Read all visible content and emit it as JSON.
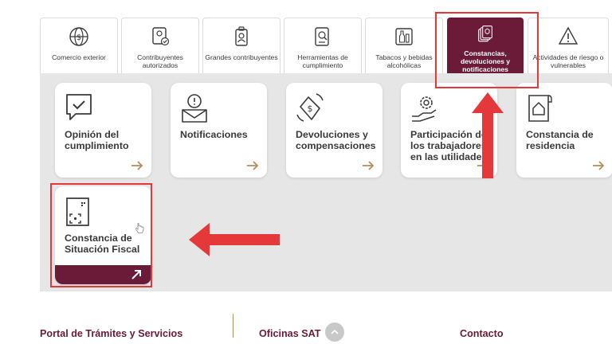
{
  "tabs": [
    {
      "label": "Comercio exterior",
      "icon": "globe-currency-icon"
    },
    {
      "label": "Contribuyentes autorizados",
      "icon": "certified-contributor-icon"
    },
    {
      "label": "Grandes contribuyentes",
      "icon": "id-badge-icon"
    },
    {
      "label": "Herramientas de cumplimiento",
      "icon": "document-search-icon"
    },
    {
      "label": "Tabacos y bebidas alcohólicas",
      "icon": "bottle-icon"
    },
    {
      "label": "Constancias, devoluciones y notificaciones",
      "icon": "certificate-stack-icon",
      "active": true
    },
    {
      "label": "Actividades de riesgo o vulnerables",
      "icon": "alert-triangle-icon"
    }
  ],
  "cards": [
    {
      "title": "Opinión del cumplimiento",
      "icon": "chat-check-icon"
    },
    {
      "title": "Notificaciones",
      "icon": "envelope-alert-icon"
    },
    {
      "title": "Devoluciones y compensaciones",
      "icon": "money-return-icon"
    },
    {
      "title": "Participación de los trabajadores en las utilidades",
      "icon": "hand-gear-icon"
    },
    {
      "title": "Constancia de residencia",
      "icon": "house-document-icon"
    },
    {
      "title": "Constancia de Situación Fiscal",
      "icon": "qr-document-icon"
    }
  ],
  "footer": {
    "portal": "Portal de Trámites y Servicios",
    "oficinas": "Oficinas SAT",
    "contacto": "Contacto"
  },
  "colors": {
    "brand": "#6b1a37",
    "accent": "#b38e5d",
    "annotation": "#e5383b",
    "background": "#e6e6e6"
  }
}
